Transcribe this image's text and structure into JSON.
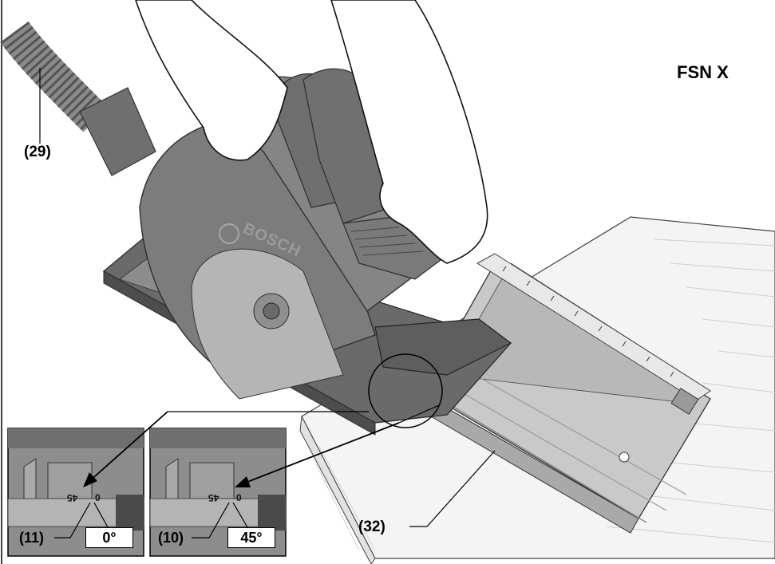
{
  "model": "FSN X",
  "brand": "BOSCH",
  "callouts": {
    "hose": "(29)",
    "rail": "(32)",
    "marker_0": "(11)",
    "marker_45": "(10)"
  },
  "detail_left": {
    "angle": "0°",
    "scale_0": "0",
    "scale_45": "45"
  },
  "detail_right": {
    "angle": "45°",
    "scale_0": "0",
    "scale_45": "45"
  },
  "colors": {
    "saw": "#7d7d7d",
    "saw_dark": "#5a5a5a",
    "rail": "#bdbdbd",
    "board": "#f3f3f3",
    "line": "#000000"
  }
}
